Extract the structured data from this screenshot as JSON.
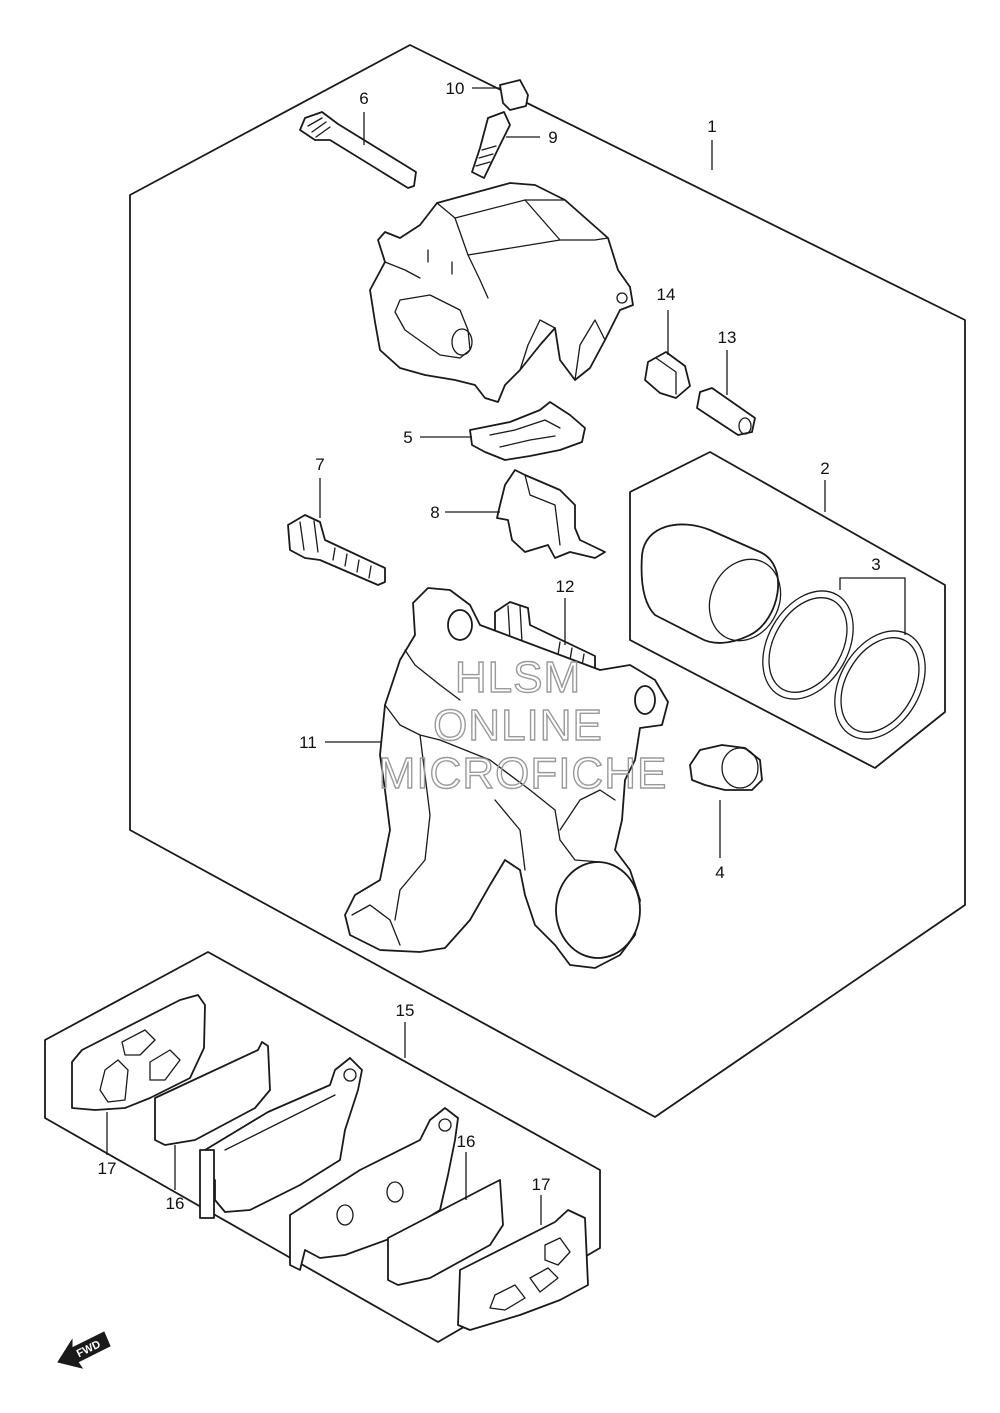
{
  "callouts": {
    "c1": "1",
    "c2": "2",
    "c3": "3",
    "c4": "4",
    "c5": "5",
    "c6": "6",
    "c7": "7",
    "c8": "8",
    "c9": "9",
    "c10": "10",
    "c11": "11",
    "c12": "12",
    "c13": "13",
    "c14": "14",
    "c15": "15",
    "c16a": "16",
    "c16b": "16",
    "c17a": "17",
    "c17b": "17"
  },
  "watermark": {
    "line1": "HLSM",
    "line2": "ONLINE",
    "line3": "MICROFICHE"
  },
  "fwd_label": "FWD"
}
